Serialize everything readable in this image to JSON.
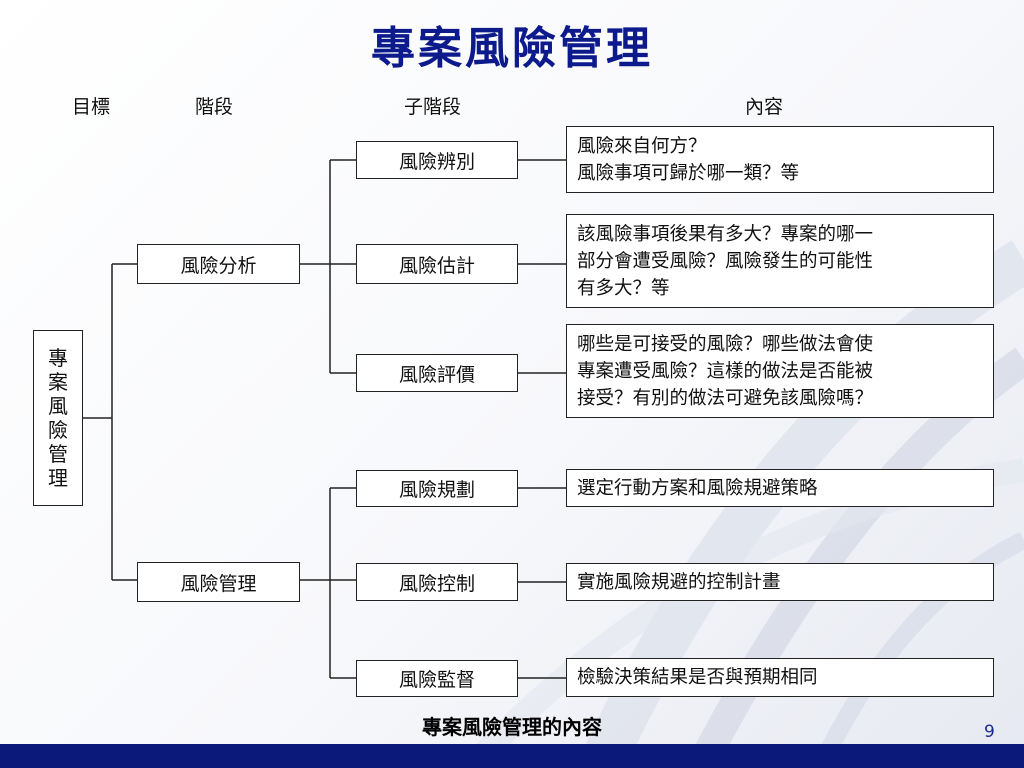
{
  "title": "專案風險管理",
  "headers": {
    "goal": "目標",
    "stage": "階段",
    "substage": "子階段",
    "content": "內容"
  },
  "root": {
    "chars": [
      "專",
      "案",
      "風",
      "險",
      "管",
      "理"
    ]
  },
  "stages": {
    "analysis": "風險分析",
    "management": "風險管理"
  },
  "substages": {
    "identify": "風險辨別",
    "estimate": "風險估計",
    "evaluate": "風險評價",
    "plan": "風險規劃",
    "control": "風險控制",
    "monitor": "風險監督"
  },
  "contents": {
    "identify": [
      "風險來自何方？",
      "風險事項可歸於哪一類？等"
    ],
    "estimate": [
      "該風險事項後果有多大？專案的哪一",
      "部分會遭受風險？風險發生的可能性",
      "有多大？等"
    ],
    "evaluate": [
      "哪些是可接受的風險？哪些做法會使",
      "專案遭受風險？這樣的做法是否能被",
      "接受？有別的做法可避免該風險嗎？"
    ],
    "plan": [
      "選定行動方案和風險規避策略"
    ],
    "control": [
      "實施風險規避的控制計畫"
    ],
    "monitor": [
      "檢驗決策結果是否與預期相同"
    ]
  },
  "caption": "專案風險管理的內容",
  "page_number": "9"
}
